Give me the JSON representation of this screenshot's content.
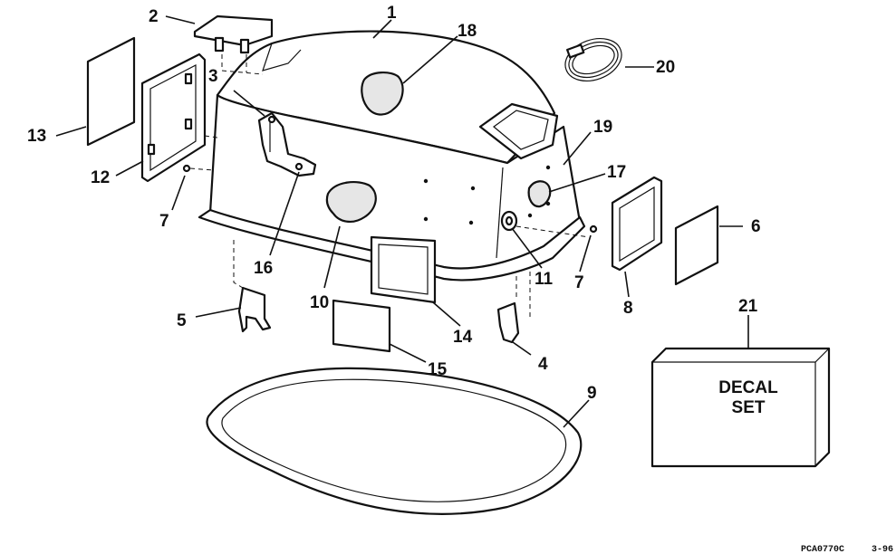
{
  "callouts": [
    "1",
    "2",
    "3",
    "4",
    "5",
    "6",
    "7",
    "7",
    "8",
    "9",
    "10",
    "11",
    "12",
    "13",
    "14",
    "15",
    "16",
    "17",
    "18",
    "19",
    "20",
    "21"
  ],
  "decal_box": {
    "line1": "DECAL",
    "line2": "SET"
  },
  "footer": {
    "code": "PCA0770C",
    "date": "3-96"
  }
}
